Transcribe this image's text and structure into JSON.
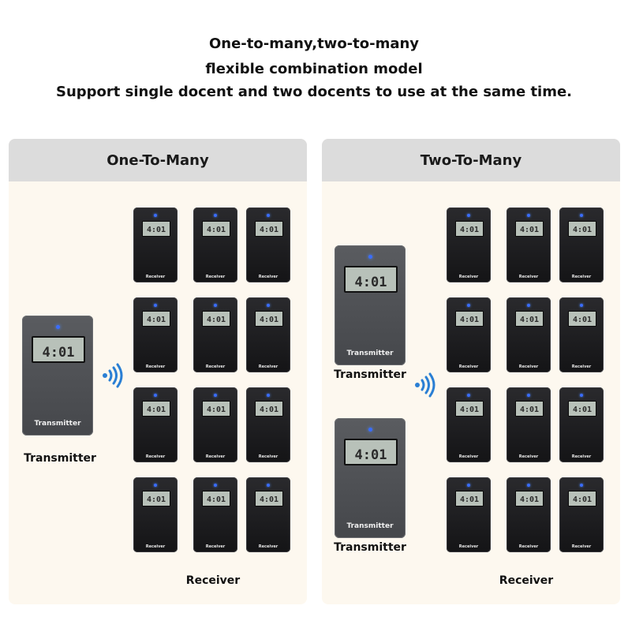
{
  "headline": {
    "line1": "One-to-many,two-to-many",
    "line2": "flexible combination model",
    "line3": "Support single docent and two docents to use at the same time."
  },
  "panels": {
    "left": {
      "title": "One-To-Many",
      "transmitter_caption": "Transmitter",
      "receiver_caption": "Receiver"
    },
    "right": {
      "title": "Two-To-Many",
      "transmitter_caption_top": "Transmitter",
      "transmitter_caption_bottom": "Transmitter",
      "receiver_caption": "Receiver"
    }
  },
  "device": {
    "receiver_label": "Receiver",
    "transmitter_label": "Transmitter",
    "display_text": "4:01"
  },
  "colors": {
    "header_bg": "#dcdcdc",
    "panel_bg": "#fdf8ef",
    "signal_blue": "#2a7fd4"
  },
  "icons": {
    "signal": "wireless-signal-icon"
  }
}
